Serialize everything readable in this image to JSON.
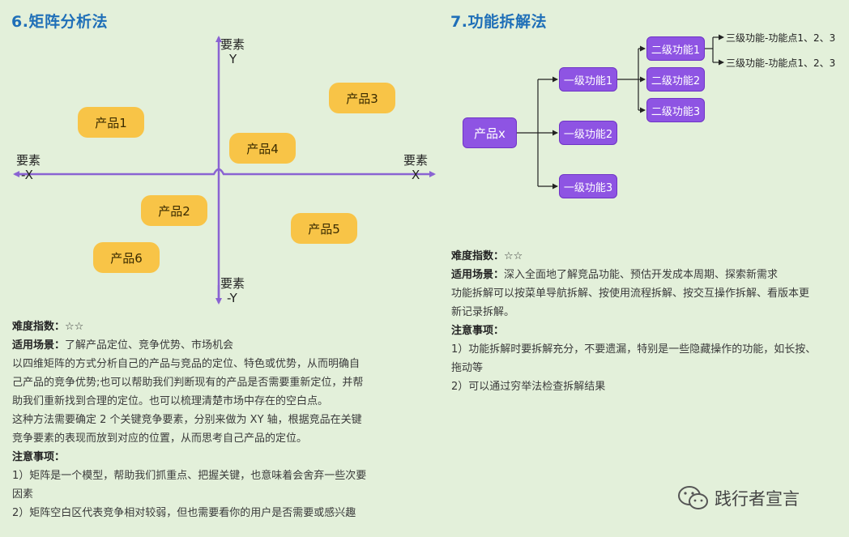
{
  "left": {
    "title": "6.矩阵分析法",
    "axis": {
      "y_top": [
        "要素",
        "Y"
      ],
      "y_bottom": [
        "要素",
        "-Y"
      ],
      "x_left": [
        "要素",
        "-X"
      ],
      "x_right": [
        "要素",
        "X"
      ]
    },
    "products": [
      "产品1",
      "产品2",
      "产品3",
      "产品4",
      "产品5",
      "产品6"
    ],
    "difficulty_label": "难度指数：",
    "difficulty_value": "☆☆",
    "scene_label": "适用场景：",
    "scene_value": "了解产品定位、竞争优势、市场机会",
    "desc_lines": [
      "以四维矩阵的方式分析自己的产品与竞品的定位、特色或优势，从而明确自",
      "己产品的竞争优势;也可以帮助我们判断现有的产品是否需要重新定位，并帮",
      "助我们重新找到合理的定位。也可以梳理清楚市场中存在的空白点。",
      "这种方法需要确定 2 个关键竞争要素，分别来做为 XY 轴，根据竞品在关键",
      "竞争要素的表现而放到对应的位置，从而思考自己产品的定位。"
    ],
    "notes_label": "注意事项：",
    "notes": [
      "1）矩阵是一个模型，帮助我们抓重点、把握关键，也意味着会舍弃一些次要",
      "因素",
      "2）矩阵空白区代表竞争相对较弱，但也需要看你的用户是否需要或感兴趣"
    ]
  },
  "right": {
    "title": "7.功能拆解法",
    "root": "产品x",
    "level1": [
      "一级功能1",
      "一级功能2",
      "一级功能3"
    ],
    "level2": [
      "二级功能1",
      "二级功能2",
      "二级功能3"
    ],
    "level3": [
      "三级功能-功能点1、2、3",
      "三级功能-功能点1、2、3"
    ],
    "difficulty_label": "难度指数：",
    "difficulty_value": "☆☆",
    "scene_label": "适用场景：",
    "scene_value": "深入全面地了解竞品功能、预估开发成本周期、探索新需求",
    "desc_lines": [
      "功能拆解可以按菜单导航拆解、按使用流程拆解、按交互操作拆解、看版本更",
      "新记录拆解。"
    ],
    "notes_label": "注意事项：",
    "notes": [
      "1）功能拆解时要拆解充分，不要遗漏，特别是一些隐藏操作的功能，如长按、",
      "拖动等",
      "2）可以通过穷举法检查拆解结果"
    ]
  },
  "watermark": "践行者宣言",
  "colors": {
    "background": "#e3f0da",
    "title": "#1f6fb8",
    "product": "#f8c447",
    "function": "#8e54e3",
    "axis": "#8a63d2"
  },
  "icons": [
    "wechat-icon"
  ]
}
